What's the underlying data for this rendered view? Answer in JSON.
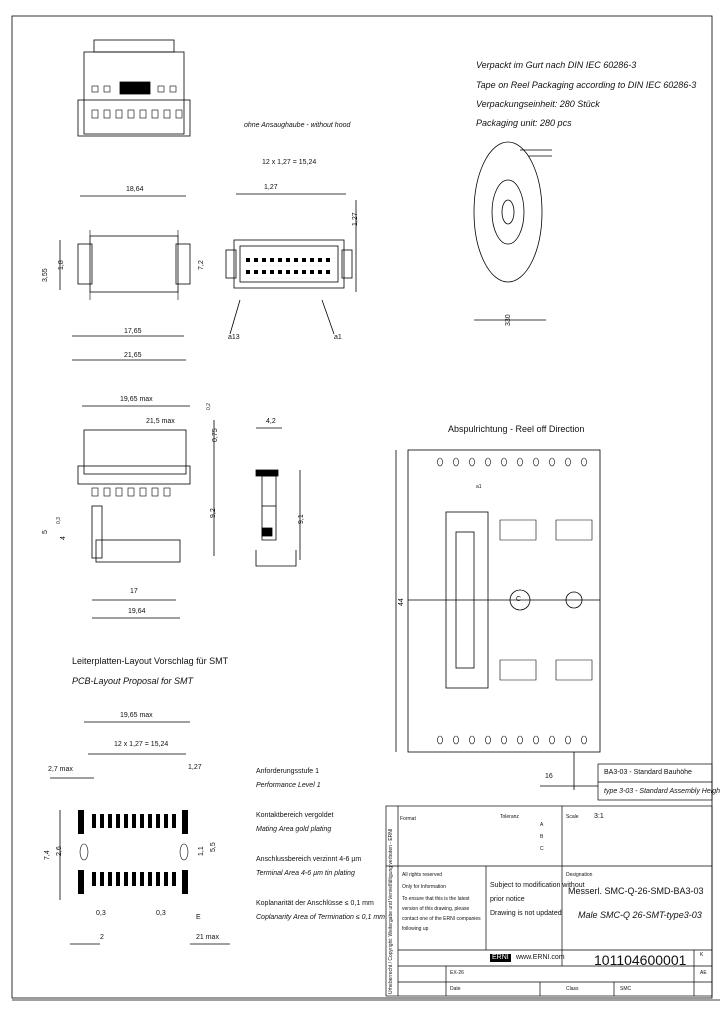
{
  "packaging": {
    "line1_de": "Verpackt im Gurt nach DIN IEC 60286-3",
    "line2_en": "Tape on Reel Packaging according to DIN IEC 60286-3",
    "line3_de": "Verpackungseinheit: 280 Stück",
    "line4_en": "Packaging unit: 280 pcs",
    "reel_dim": "330"
  },
  "hood_note": "ohne Ansaughaube - without hood",
  "top_view": {
    "pitch_label": "12 x 1,27 = 15,24",
    "pitch_single": "1,27",
    "width_top": "18,64",
    "height_left_a": "3,55",
    "height_left_b": "1,8",
    "height_right": "7,2",
    "side_dim": "1,27",
    "bottom_a": "17,65",
    "bottom_b": "21,65",
    "pin_a": "a13",
    "pin_b": "a1"
  },
  "side_view": {
    "width_top": "19,65 max",
    "offset": "21,5 max",
    "dim_075": "0,75",
    "dim_02": "0,2",
    "dim_5": "5",
    "dim_4": "4",
    "dim_03": "0,3",
    "dim_92": "9,2",
    "dim_17": "17",
    "dim_1964": "19,64",
    "profile_42": "4,2",
    "profile_91": "9,1"
  },
  "reel_direction": {
    "de": "Abspulrichtung",
    "en": "Reel off Direction",
    "pitch": "44",
    "marker_a1": "a1",
    "feed": "16",
    "c_mark": "C"
  },
  "pcb": {
    "title_de": "Leiterplatten-Layout Vorschlag für SMT",
    "title_en": "PCB-Layout Proposal for SMT",
    "width_top": "19,65 max",
    "pitch_label": "12 x 1,27 = 15,24",
    "pitch_single": "1,27",
    "left_dim": "2,7 max",
    "dim_74": "7,4",
    "dim_26": "2,6",
    "dim_11": "1,1",
    "dim_55": "5,5",
    "dim_03a": "0,3",
    "dim_03b": "0,3",
    "dim_2": "2",
    "dim_21": "21 max",
    "e_mark": "E"
  },
  "notes": [
    {
      "de": "Anforderungsstufe 1",
      "en": "Performance Level 1"
    },
    {
      "de": "Kontaktbereich vergoldet",
      "en": "Mating Area gold plating"
    },
    {
      "de": "Anschlussbereich verzinnt 4-6 µm",
      "en": "Terminal Area 4-6 µm tin plating"
    },
    {
      "de": "Koplanarität der Anschlüsse ≤ 0,1 mm",
      "en": "Coplanarity Area of Termination ≤ 0,1 mm"
    }
  ],
  "standard": {
    "de": "BA3-03 - Standard Bauhöhe",
    "en": "type 3-03 - Standard Assembly Height"
  },
  "title_block": {
    "tolerance_label": "Toleranz",
    "format_label": "Format",
    "scale_label": "Scale",
    "scale_value": "3:1",
    "rights": "All rights reserved",
    "only_info": "Only for Information",
    "ensure": "To ensure that this is the latest",
    "version": "version of this drawing, please",
    "contact": "contact one of the ERNI companies",
    "following": "following up",
    "subject_1": "Subject to modification without",
    "subject_2": "prior notice",
    "subject_3": "Drawing is not updated",
    "designation": "Designation",
    "name_de": "Messerl. SMC-Q-26-SMD-BA3-03",
    "name_en": "Male SMC-Q 26-SMT-type3-03",
    "brand": "ERNI",
    "site": "www.ERNI.com",
    "part_no": "101104600001",
    "sheet_k": "K",
    "sheet_a": "AE",
    "revision": "EX-26",
    "class_label": "Class",
    "class_value": "SMC",
    "date_label": "Date",
    "projection_a": "A",
    "projection_b": "B",
    "projection_c": "C"
  },
  "side_strip": "Urheberrecht / Copyright: Weitergabe und Vervielfältigung verboten - ERNI"
}
